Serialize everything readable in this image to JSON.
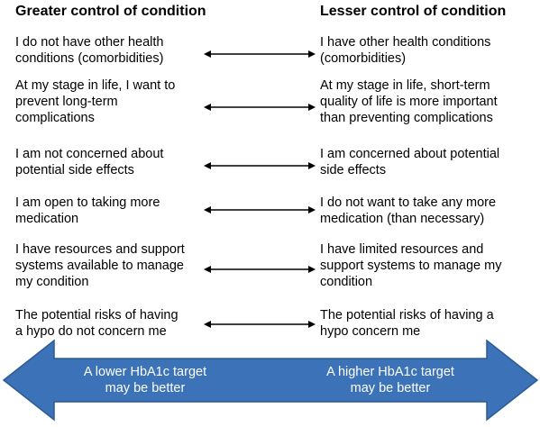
{
  "headers": {
    "left": "Greater control of condition",
    "right": "Lesser control of condition"
  },
  "rows": [
    {
      "left": "I do not have other health\nconditions (comorbidities)",
      "right": "I have other health conditions\n(comorbidities)"
    },
    {
      "left": "At my stage in life, I want to\nprevent long-term\ncomplications",
      "right": "At my stage in life, short-term\nquality of life is more important\nthan preventing complications"
    },
    {
      "left": "I am not concerned about\npotential side effects",
      "right": "I am concerned about potential\nside effects"
    },
    {
      "left": "I am open to taking more\nmedication",
      "right": "I do not want to take any more\nmedication (than necessary)"
    },
    {
      "left": "I have resources and support\nsystems available to manage\nmy condition",
      "right": "I have limited resources and\nsupport systems to manage my\ncondition"
    },
    {
      "left": "The potential risks of having\na hypo do not concern me",
      "right": "The potential risks of having a\nhypo concern me"
    }
  ],
  "bottom": {
    "left": "A lower HbA1c target\nmay be better",
    "right": "A higher HbA1c target\nmay be better"
  },
  "colors": {
    "arrow_fill": "#3c72b7",
    "arrow_stroke": "#2d5a92",
    "text": "#000000",
    "arrow_text": "#ffffff"
  }
}
